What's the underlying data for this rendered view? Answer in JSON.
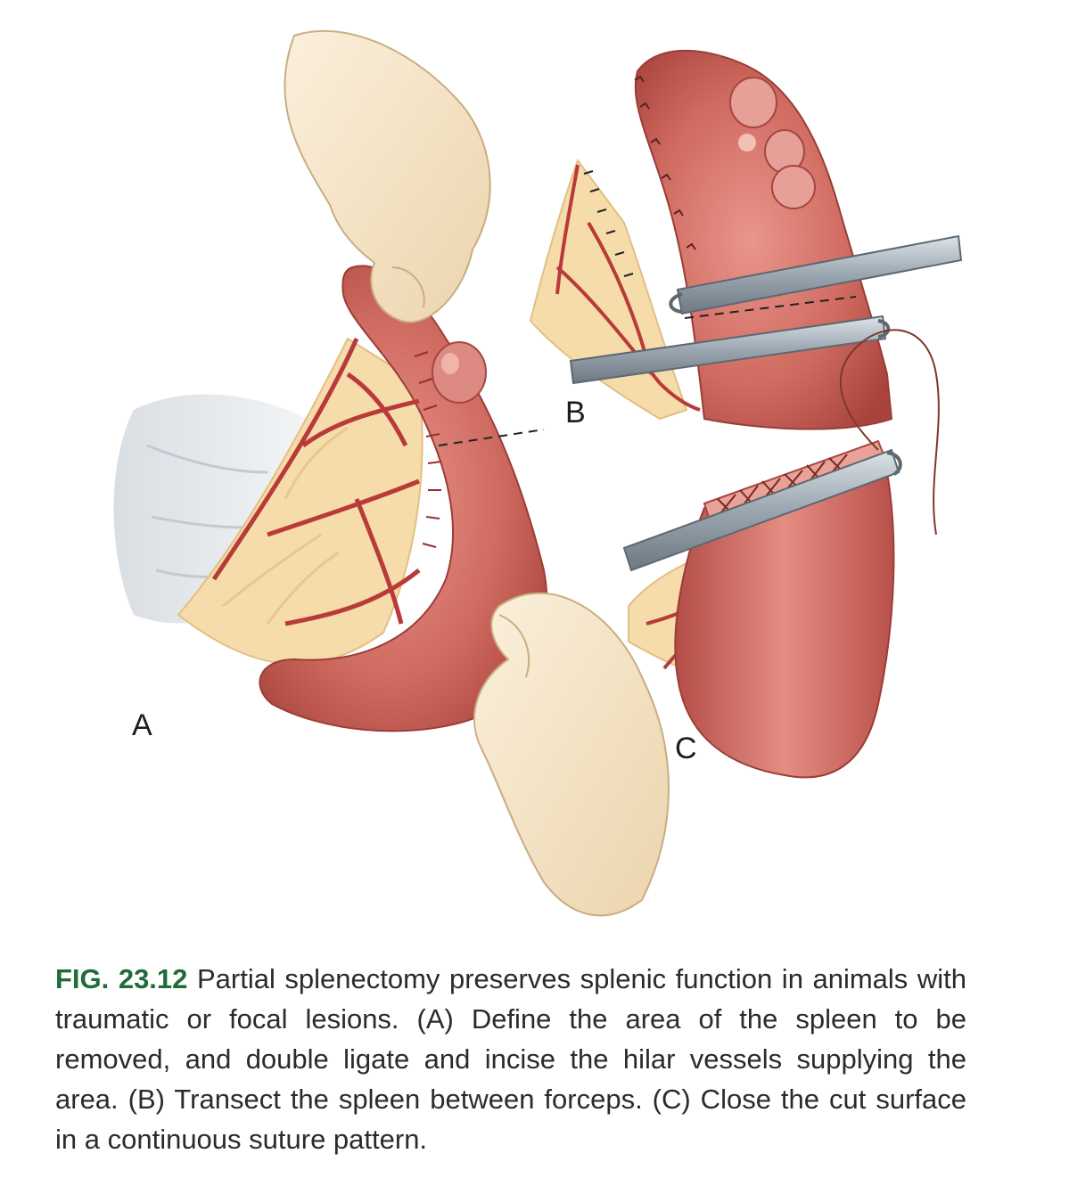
{
  "figure": {
    "panel_labels": {
      "a": "A",
      "b": "B",
      "c": "C"
    },
    "icons": [
      "spleen-illustration",
      "hand-icon",
      "forceps-icon",
      "suture-icon",
      "blood-vessel-icon"
    ],
    "colors": {
      "spleen": "#c95a52",
      "spleen_light": "#e59086",
      "vessel": "#b83a3a",
      "omentum": "#f6dcaa",
      "hand": "#f7e7cb",
      "forceps": "#a9b4bd",
      "caption_accent": "#1f6b3a"
    }
  },
  "caption": {
    "figure_number": "FIG. 23.12",
    "text": "Partial splenectomy preserves splenic function in animals with traumatic or focal lesions. (A) Define the area of the spleen to be removed, and double ligate and incise the hilar vessels supplying the area. (B) Transect the spleen between forceps. (C) Close the cut surface in a continuous suture pattern."
  }
}
